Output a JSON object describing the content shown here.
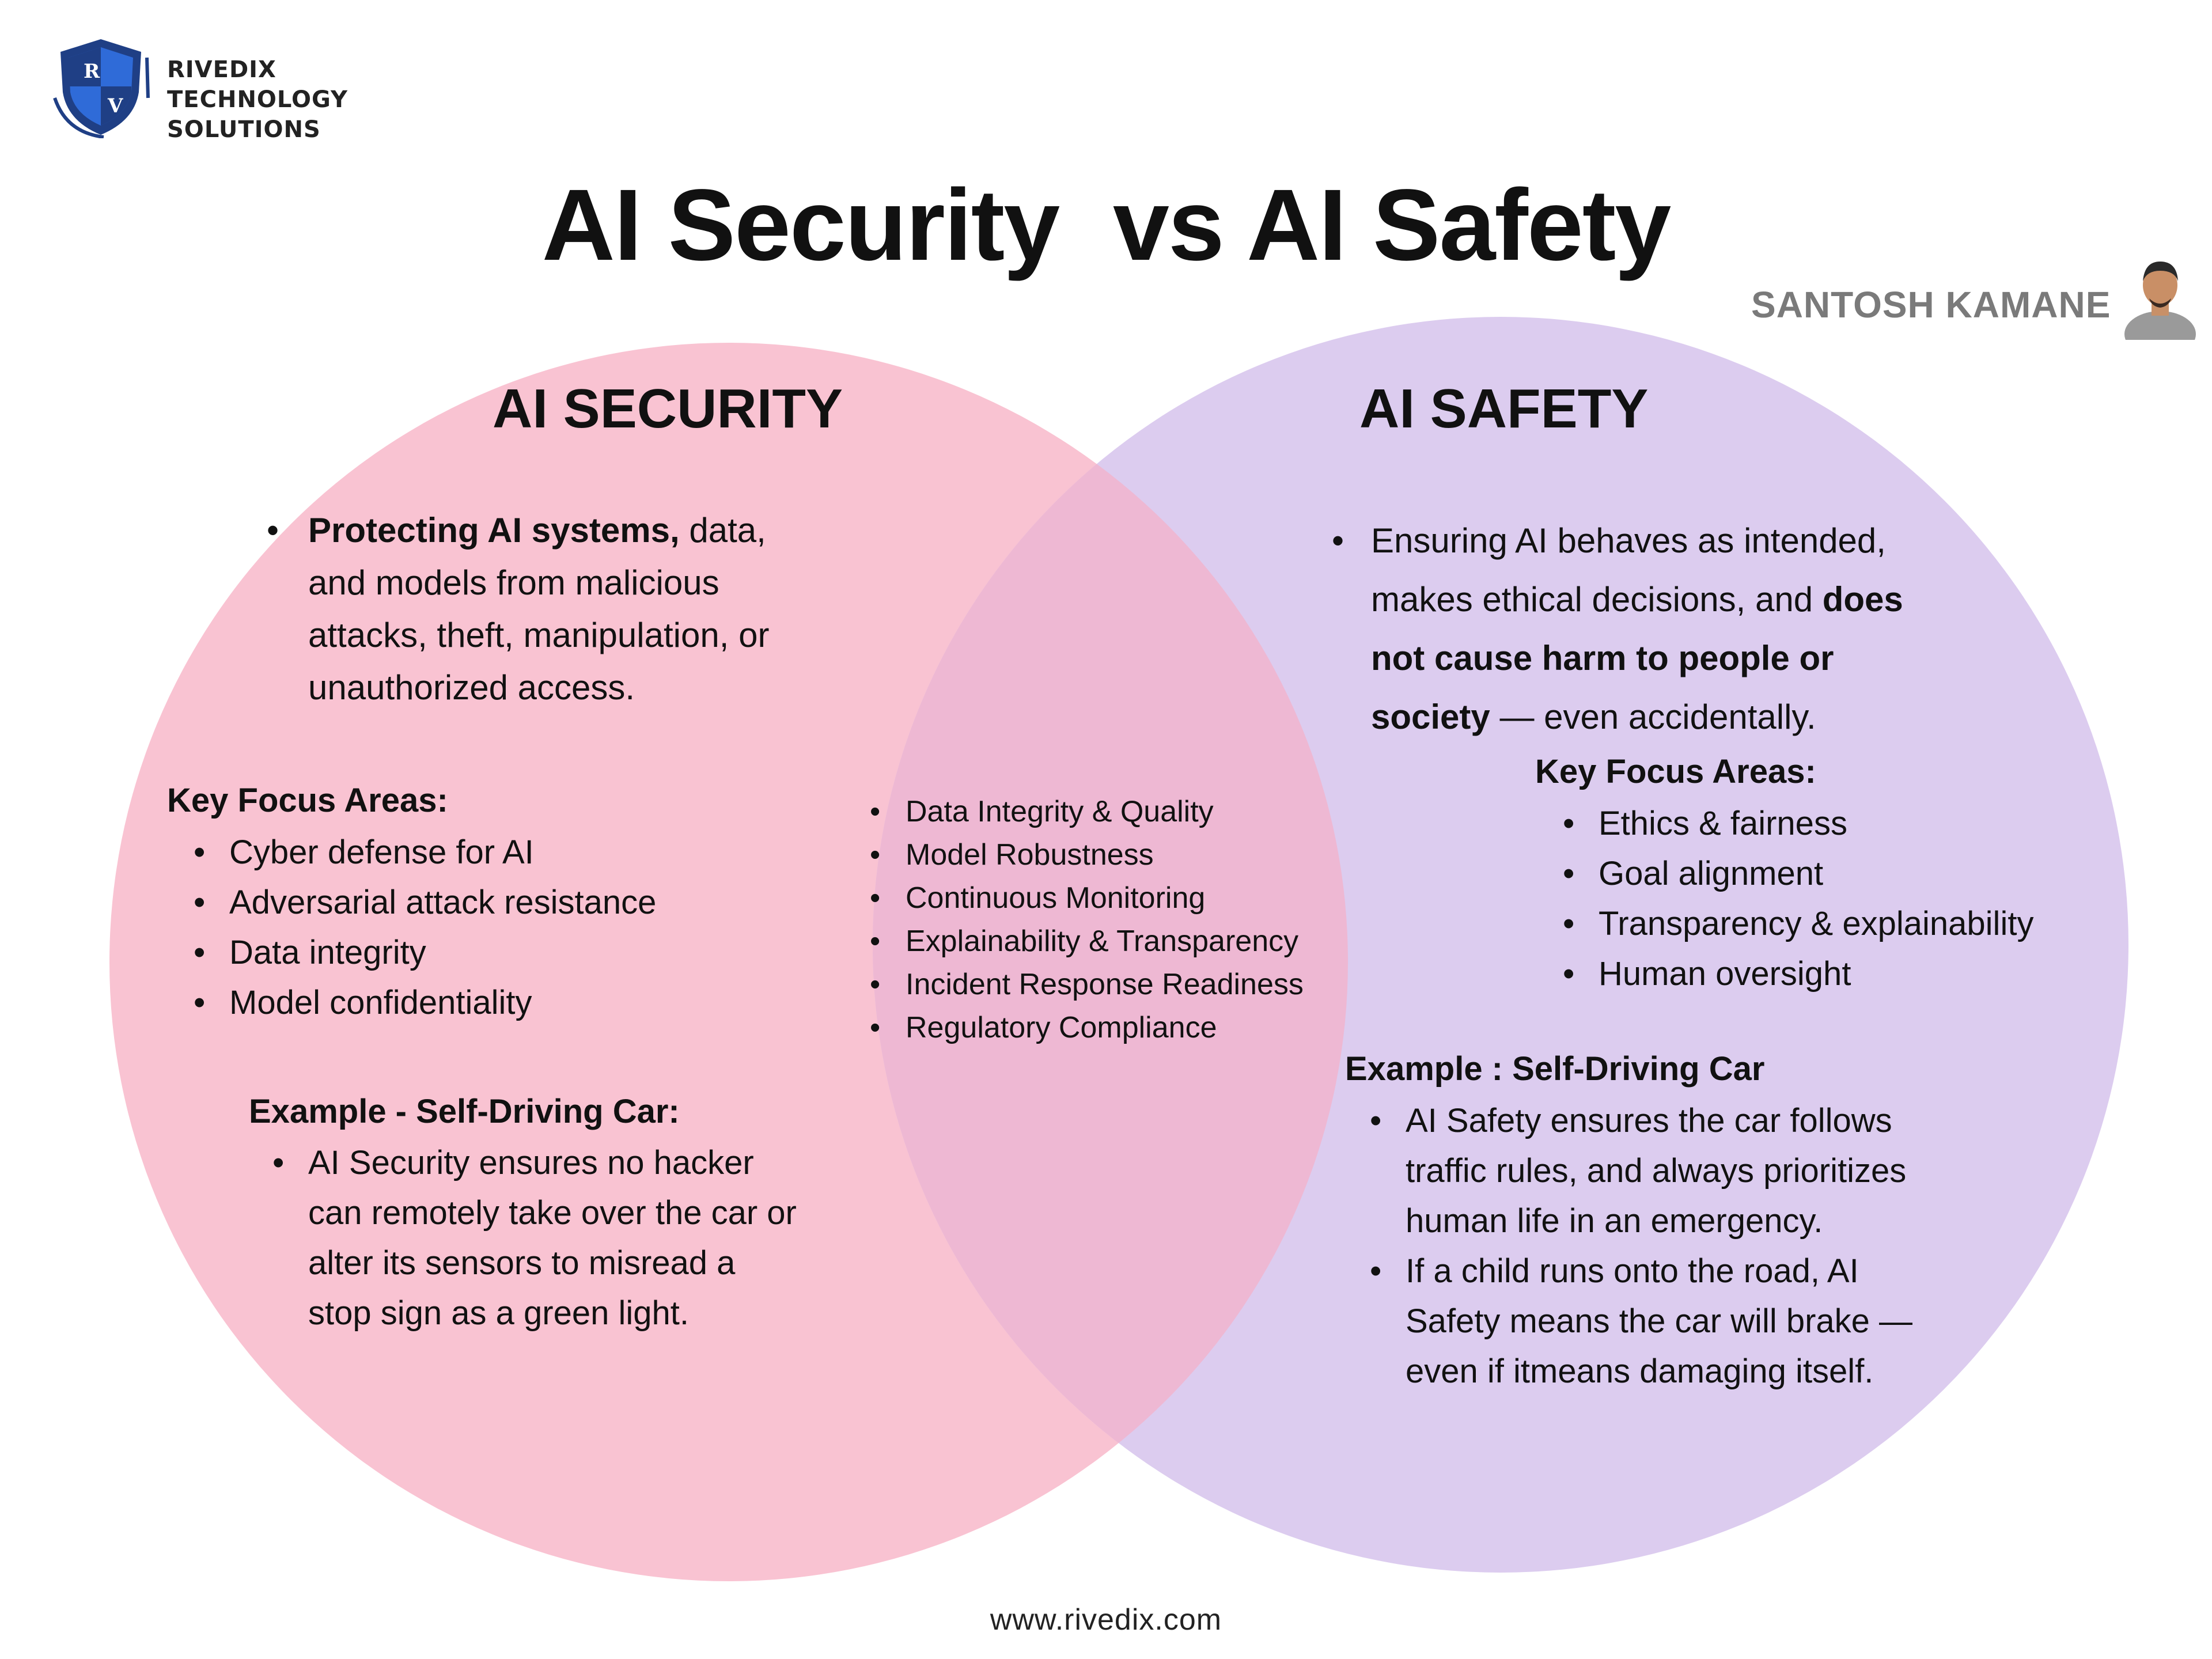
{
  "brand": {
    "name_lines": [
      "RIVEDIX",
      "TECHNOLOGY",
      "SOLUTIONS"
    ],
    "logo_letters": [
      "R",
      "V"
    ],
    "logo_colors": {
      "dark": "#1f3f85",
      "light": "#2f6bd8"
    }
  },
  "title": "AI Security  vs AI Safety",
  "author": {
    "name": "SANTOSH KAMANE",
    "avatar_icon": "person-avatar-icon"
  },
  "venn": {
    "colors": {
      "security": "#f9c3d2",
      "safety": "#dcccef",
      "overlap": "#eeb8d3"
    },
    "security": {
      "title": "AI SECURITY",
      "definition": {
        "bold": "Protecting AI systems,",
        "line1_rest": " data,",
        "line2": "and models from malicious",
        "line3": "attacks, theft, manipulation, or",
        "line4": "unauthorized access."
      },
      "focus_heading": "Key Focus Areas:",
      "focus_items": [
        "Cyber defense for AI",
        "Adversarial attack resistance",
        "Data integrity",
        "Model confidentiality"
      ],
      "example_heading": "Example - Self-Driving Car:",
      "example_lines": [
        "AI Security ensures no hacker",
        "can remotely take over the car or",
        "alter its sensors to misread a",
        "stop sign as a green light."
      ]
    },
    "overlap": {
      "items": [
        "Data Integrity & Quality",
        "Model Robustness",
        "Continuous Monitoring",
        "Explainability & Transparency",
        "Incident Response Readiness",
        "Regulatory Compliance"
      ]
    },
    "safety": {
      "title": "AI SAFETY",
      "definition": {
        "line1": "Ensuring AI behaves as intended,",
        "line2_plain": "makes ethical decisions, and ",
        "line2_bold": "does",
        "line3_bold": "not cause harm to people or",
        "line4_bold": "society",
        "line4_rest": " — even accidentally."
      },
      "focus_heading": "Key Focus Areas:",
      "focus_items": [
        "Ethics & fairness",
        "Goal alignment",
        "Transparency & explainability",
        "Human oversight"
      ],
      "example_heading": "Example : Self-Driving Car",
      "example_items": [
        [
          "AI Safety ensures the car follows",
          "traffic rules, and always prioritizes",
          "human life in an emergency."
        ],
        [
          "If a child runs onto the road, AI",
          "Safety means the car will brake —",
          "even if itmeans damaging itself."
        ]
      ]
    }
  },
  "footer": {
    "url": "www.rivedix.com"
  }
}
